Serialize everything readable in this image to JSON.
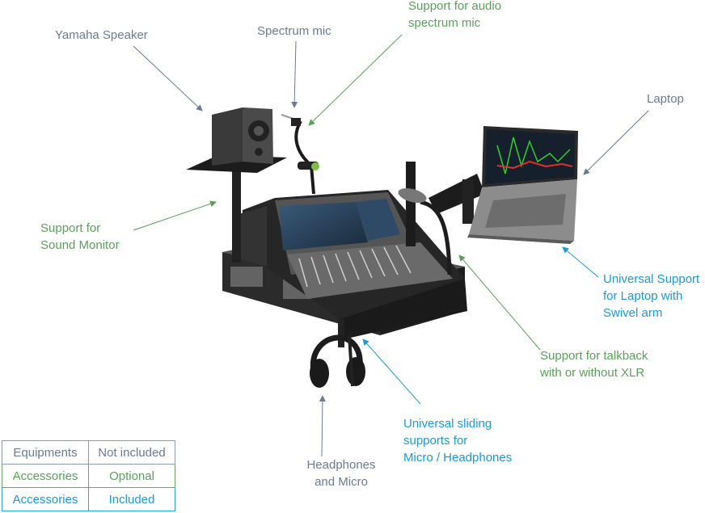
{
  "labels": {
    "yamaha_speaker": "Yamaha Speaker",
    "spectrum_mic": "Spectrum mic",
    "support_audio_mic_1": "Support for audio",
    "support_audio_mic_2": "spectrum mic",
    "laptop": "Laptop",
    "support_monitor_1": "Support for",
    "support_monitor_2": "Sound Monitor",
    "laptop_support_1": "Universal Support",
    "laptop_support_2": "for Laptop with",
    "laptop_support_3": "Swivel arm",
    "talkback_1": "Support for talkback",
    "talkback_2": "with or without XLR",
    "sliding_1": "Universal sliding",
    "sliding_2": "supports for",
    "sliding_3": "Micro / Headphones",
    "headphones_1": "Headphones",
    "headphones_2": "and Micro"
  },
  "legend": [
    {
      "category": "Equipments",
      "status": "Not included",
      "color": "#6b7b93"
    },
    {
      "category": "Accessories",
      "status": "Optional",
      "color": "#5c9e5c"
    },
    {
      "category": "Accessories",
      "status": "Included",
      "color": "#1a9ad6"
    }
  ],
  "colors": {
    "equipment": "#6b7b93",
    "optional": "#5c9e5c",
    "included": "#1a9ad6"
  }
}
